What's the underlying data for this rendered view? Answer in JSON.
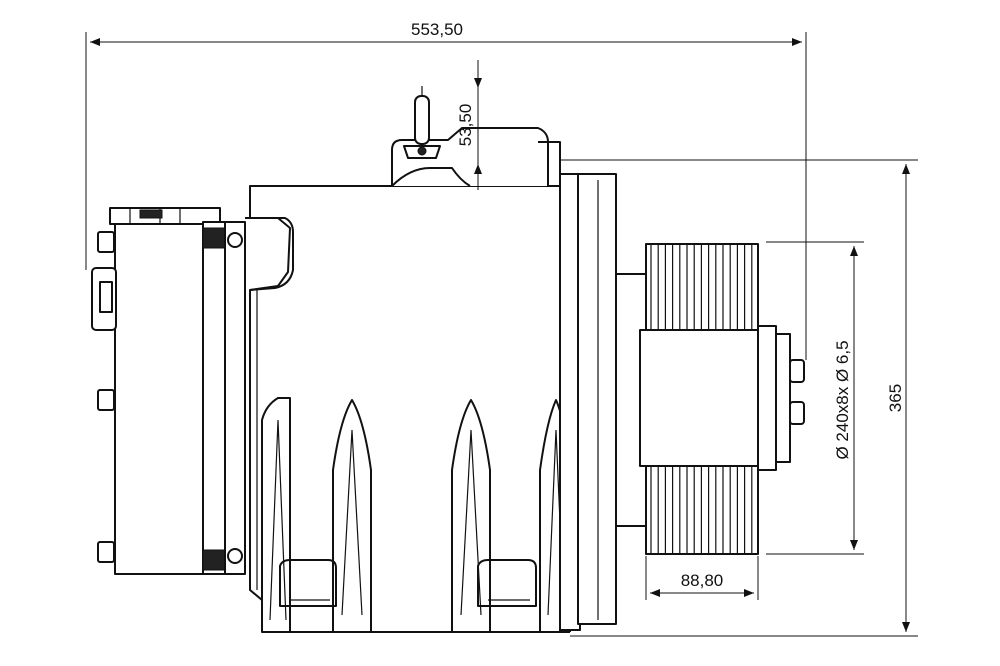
{
  "dimensions": {
    "overall_width": "553,50",
    "top_height": "53,50",
    "overall_height": "365",
    "sheave_spec": "Ø 240x8x Ø 6,5",
    "sheave_width": "88,80"
  }
}
